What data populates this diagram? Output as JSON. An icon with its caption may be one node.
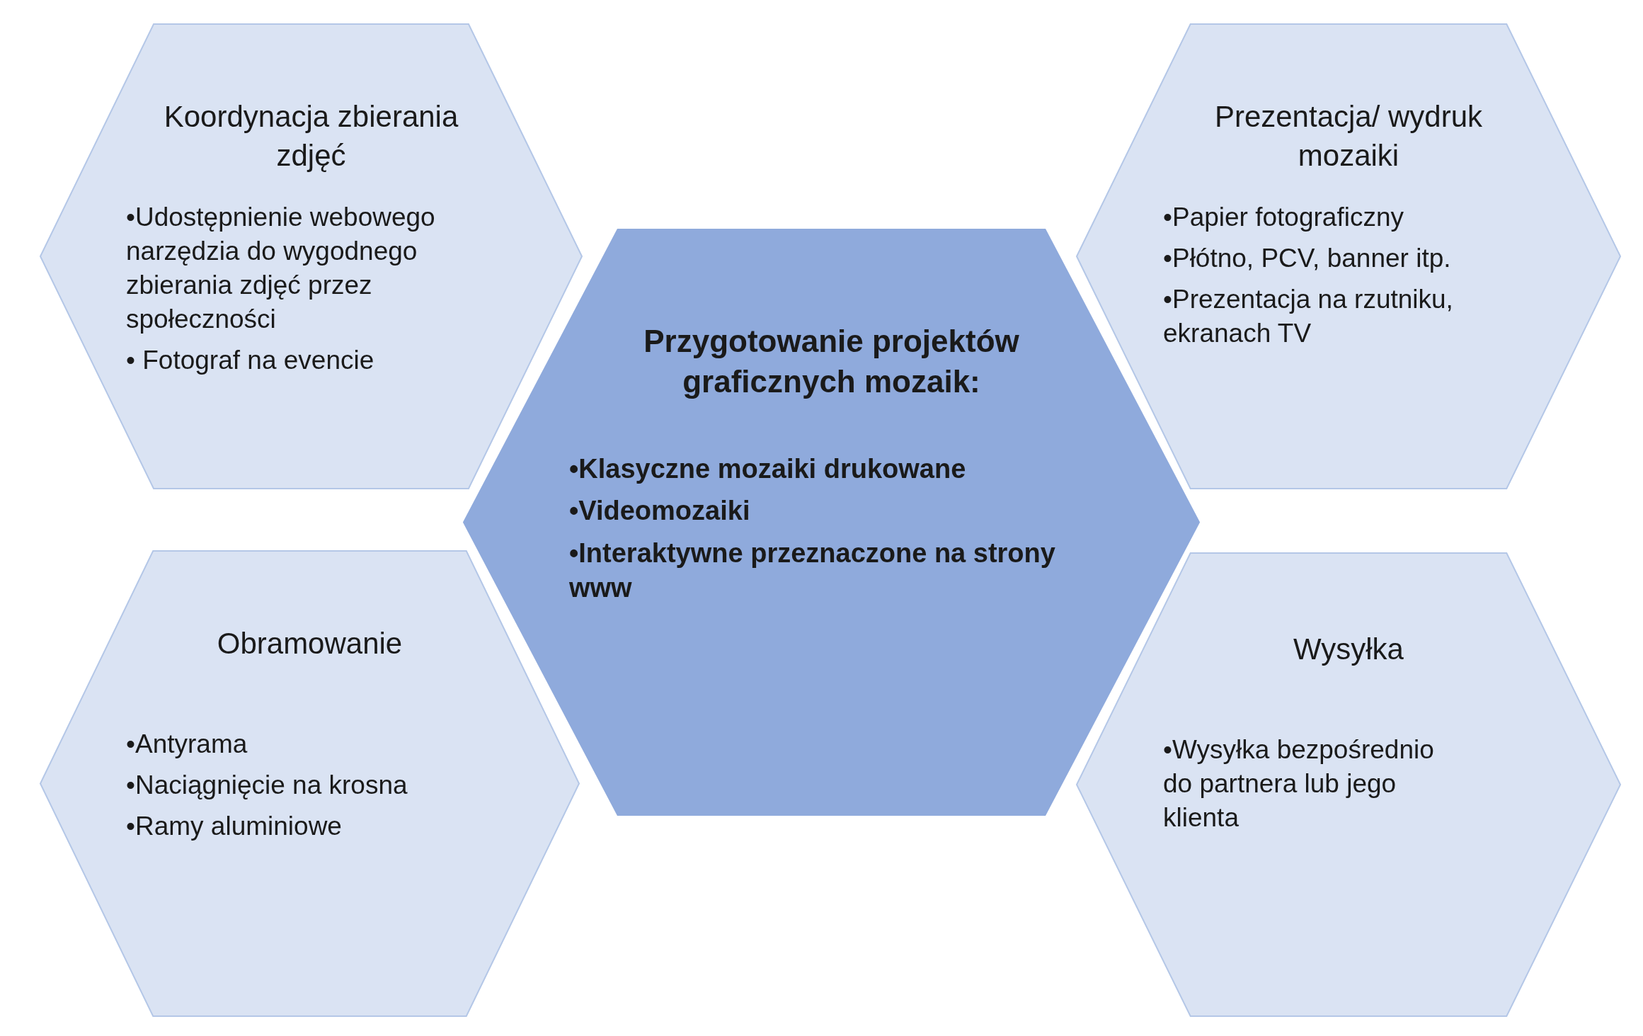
{
  "diagram": {
    "nodes": [
      {
        "text": [
          "Koordynacja zbierania zdjęć",
          "•Udostępnienie webowego narzędzia do wygodnego zbierania zdjęć przez społeczności",
          "• Fotograf na evencie"
        ]
      },
      {
        "text": [
          "Prezentacja/ wydruk mozaiki",
          "•Papier fotograficzny",
          "•Płótno, PCV, banner itp.",
          "•Prezentacja na rzutniku, ekranach TV"
        ]
      },
      {
        "text": [
          "Obramowanie",
          "•Antyrama",
          "•Naciągnięcie na krosna",
          "•Ramy aluminiowe"
        ]
      },
      {
        "text": [
          "Wysyłka",
          "•Wysyłka bezpośrednio do partnera lub jego klienta"
        ]
      },
      {
        "text": [
          "Przygotowanie projektów graficznych mozaik:",
          "•Klasyczne mozaiki drukowane",
          "•Videomozaiki",
          "•Interaktywne przeznaczone na strony www"
        ]
      }
    ]
  }
}
